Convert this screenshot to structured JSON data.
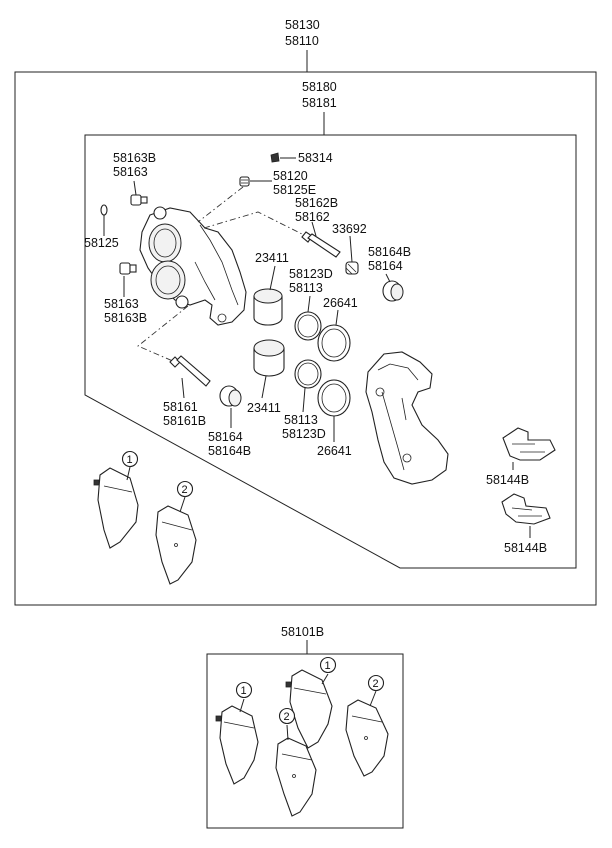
{
  "labels": {
    "top_a": "58130",
    "top_b": "58110",
    "caliper_a": "58180",
    "caliper_b": "58181",
    "bolt_upper_a": "58163B",
    "bolt_upper_b": "58163",
    "cap": "58314",
    "bleeder_a": "58120",
    "bleeder_b": "58125E",
    "guide_pin_upper_a": "58162B",
    "guide_pin_upper_b": "58162",
    "spring": "33692",
    "boot_right_a": "58164B",
    "boot_right_b": "58164",
    "washer": "58125",
    "bolt_lower_a": "58163",
    "bolt_lower_b": "58163B",
    "piston_upper": "23411",
    "seal_upper_a": "58123D",
    "seal_upper_b": "58113",
    "dust_boot_upper": "26641",
    "guide_pin_lower_a": "58161",
    "guide_pin_lower_b": "58161B",
    "piston_lower": "23411",
    "boot_lower_a": "58164",
    "boot_lower_b": "58164B",
    "seal_lower_a": "58113",
    "seal_lower_b": "58123D",
    "dust_boot_lower": "26641",
    "clip_upper": "58144B",
    "clip_lower": "58144B",
    "pad_kit": "58101B"
  },
  "callouts": {
    "c1": "1",
    "c2": "2",
    "kit_c1a": "1",
    "kit_c1b": "1",
    "kit_c2a": "2",
    "kit_c2b": "2"
  }
}
